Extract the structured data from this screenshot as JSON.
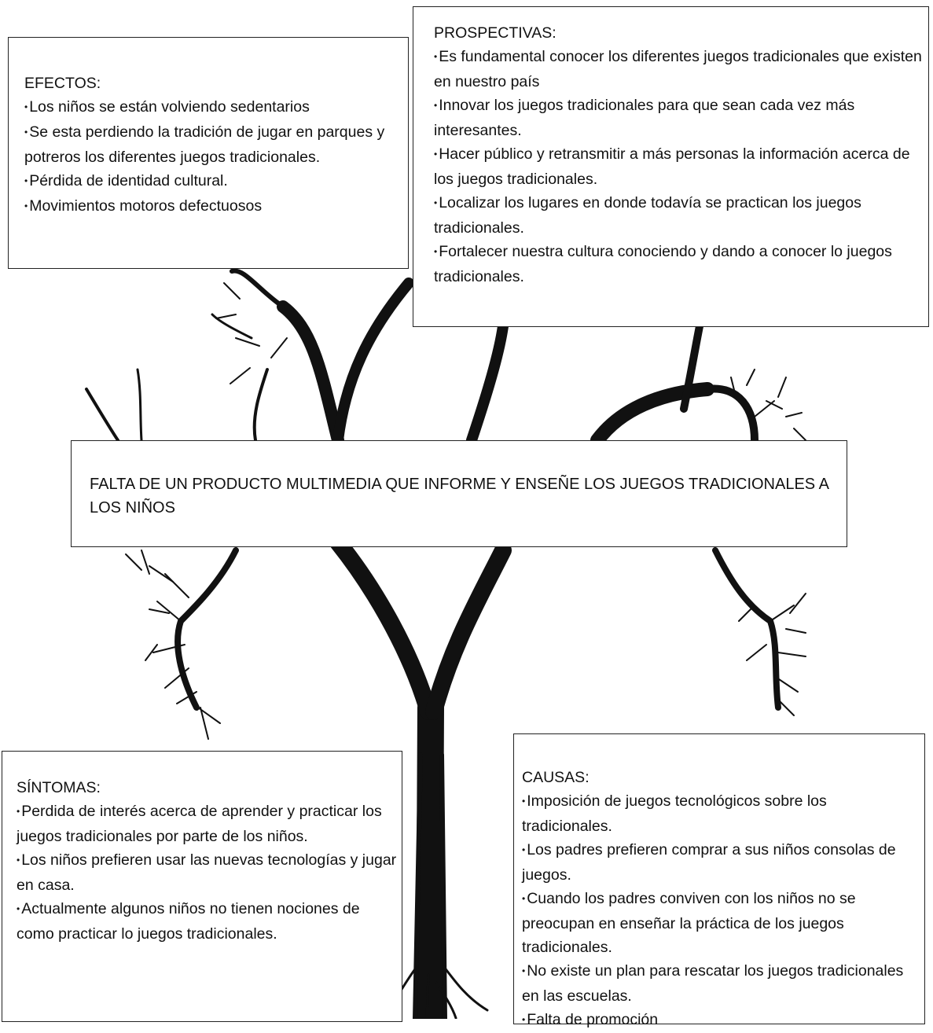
{
  "efectos": {
    "title": "EFECTOS:",
    "items": [
      "Los niños se están volviendo sedentarios",
      "Se esta perdiendo la tradición de jugar en parques y potreros los diferentes juegos tradicionales.",
      "Pérdida de identidad cultural.",
      "Movimientos motoros defectuosos"
    ]
  },
  "prospectivas": {
    "title": "PROSPECTIVAS:",
    "items": [
      "Es fundamental conocer los diferentes juegos tradicionales que existen en nuestro país",
      "Innovar los juegos tradicionales para que sean cada vez más interesantes.",
      "Hacer público y retransmitir a más personas la información acerca de los juegos tradicionales.",
      "Localizar los lugares en donde todavía se practican los juegos tradicionales.",
      "Fortalecer nuestra cultura conociendo y dando a conocer lo juegos tradicionales."
    ]
  },
  "problema": {
    "text": "FALTA DE UN PRODUCTO MULTIMEDIA QUE INFORME Y ENSEÑE LOS JUEGOS TRADICIONALES A LOS NIÑOS"
  },
  "sintomas": {
    "title": "SÍNTOMAS:",
    "items": [
      "Perdida de interés acerca de aprender y practicar los juegos tradicionales por parte de los niños.",
      "Los niños prefieren usar las nuevas tecnologías y jugar en casa.",
      "Actualmente algunos niños no tienen nociones de como practicar lo juegos tradicionales."
    ]
  },
  "causas": {
    "title": "CAUSAS:",
    "items": [
      "Imposición de juegos tecnológicos sobre los tradicionales.",
      "Los padres prefieren comprar a sus niños consolas de juegos.",
      "Cuando los padres conviven con los niños no se preocupan en enseñar la práctica de los juegos tradicionales.",
      "No existe un plan para rescatar los juegos tradicionales en las escuelas.",
      "Falta de promoción"
    ]
  },
  "colors": {
    "ink": "#111111",
    "background": "#ffffff"
  },
  "illustration": "tree-icon"
}
